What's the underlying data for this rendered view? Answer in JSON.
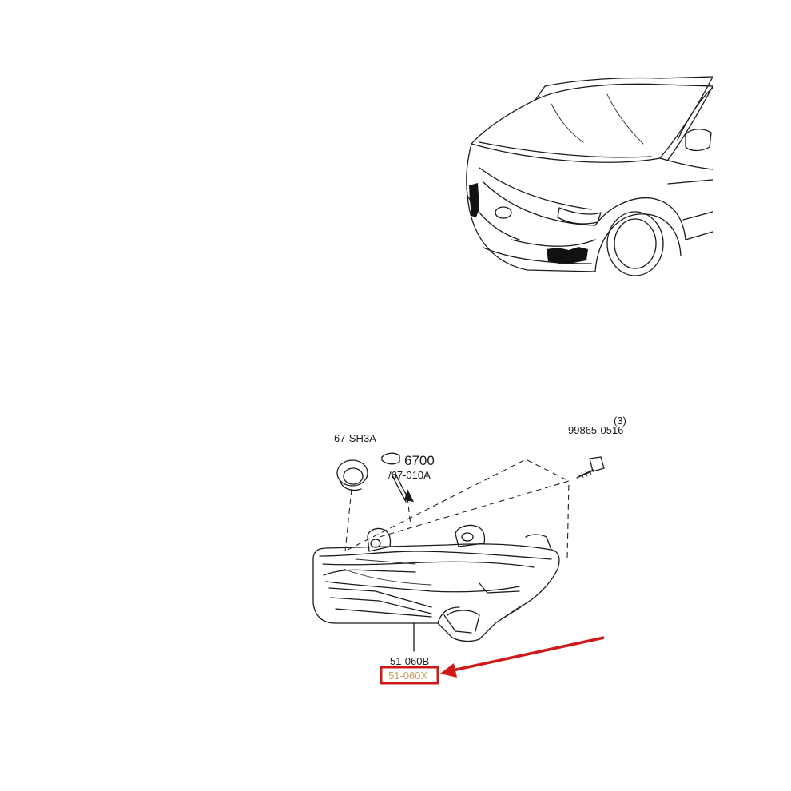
{
  "parts": {
    "mount_plug": "67-SH3A",
    "connector_number": "6700",
    "connector_sub": "/67-010A",
    "bolt_qty": "(3)",
    "bolt_number": "99865-0516",
    "lamp_number": "51-060B",
    "highlighted_number": "51-060X"
  },
  "colors": {
    "highlight": "#d01818",
    "highlight_text": "#c8a060",
    "lines": "#1a1a1a"
  }
}
